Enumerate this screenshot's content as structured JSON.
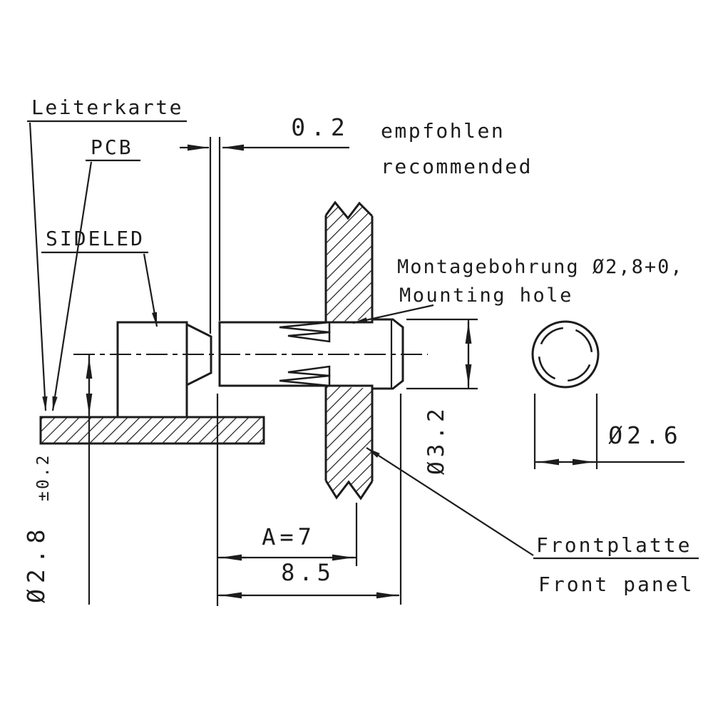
{
  "drawing": {
    "type": "technical-dimension-drawing",
    "labels": {
      "leiterkarte": "Leiterkarte",
      "pcb": "PCB",
      "sideled": "SIDELED",
      "empfohlen": "empfohlen",
      "recommended": "recommended",
      "montagebohrung": "Montagebohrung Ø2,8+0,",
      "mounting_hole": "Mounting hole",
      "frontplatte": "Frontplatte",
      "front_panel": "Front panel"
    },
    "dimensions": {
      "gap_recommended": "0.2",
      "length_a": "A=7",
      "length_total": "8.5",
      "tip_diameter": "Ø3.2",
      "hole_front_diameter": "Ø2.6",
      "led_diameter": "Ø2.8",
      "led_tolerance": "±0.2"
    },
    "colors": {
      "ink": "#1c1c1c",
      "background": "#ffffff"
    }
  }
}
